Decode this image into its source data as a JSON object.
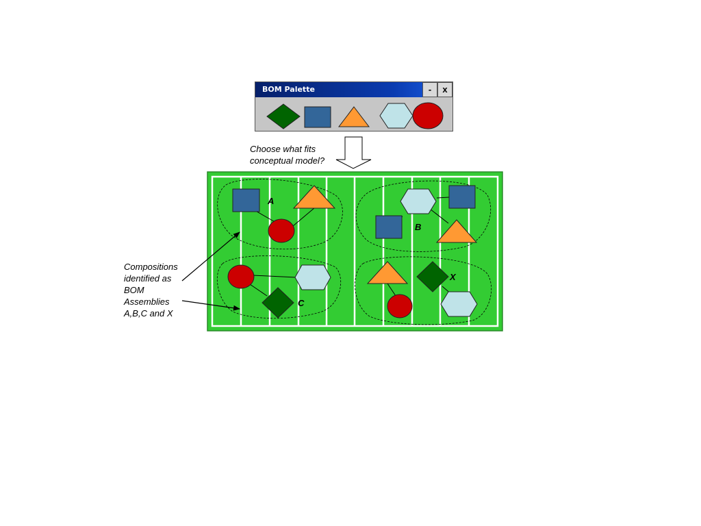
{
  "palette": {
    "title": "BOM Palette",
    "minimize_label": "-",
    "close_label": "x",
    "shapes": [
      "diamond",
      "square",
      "triangle",
      "hexagon",
      "circle"
    ]
  },
  "prompt_text": {
    "line1": "Choose what fits",
    "line2": "conceptual model?"
  },
  "field": {
    "assemblies": [
      {
        "label": "A",
        "components": [
          "square",
          "triangle",
          "circle"
        ]
      },
      {
        "label": "B",
        "components": [
          "hexagon",
          "square",
          "square",
          "triangle"
        ]
      },
      {
        "label": "C",
        "components": [
          "circle",
          "hexagon",
          "diamond"
        ]
      },
      {
        "label": "X",
        "components": [
          "triangle",
          "diamond",
          "circle",
          "hexagon"
        ]
      }
    ]
  },
  "callout": {
    "lines": [
      "Compositions",
      "identified as",
      "BOM",
      "Assemblies",
      "A,B,C and X"
    ]
  },
  "colors": {
    "field_green": "#33cc33",
    "field_border": "#2a8a2a",
    "diamond": "#006400",
    "square": "#336699",
    "triangle": "#ff9933",
    "hexagon": "#bfe3e8",
    "circle": "#cc0000",
    "titlebar": "#0a2a8a"
  }
}
